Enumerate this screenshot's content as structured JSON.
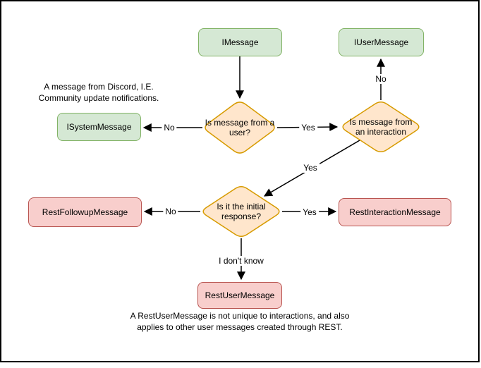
{
  "flowchart": {
    "boxes": {
      "imessage": {
        "label": "IMessage"
      },
      "iusermessage": {
        "label": "IUserMessage"
      },
      "isystemmessage": {
        "label": "ISystemMessage"
      },
      "restfollowup": {
        "label": "RestFollowupMessage"
      },
      "restinteraction": {
        "label": "RestInteractionMessage"
      },
      "restuser": {
        "label": "RestUserMessage"
      }
    },
    "decisions": {
      "is_from_user": {
        "label": "Is message from a user?"
      },
      "is_from_interaction": {
        "label": "Is message from an interaction"
      },
      "is_initial_response": {
        "label": "Is it the initial response?"
      }
    },
    "edge_labels": {
      "from_user_no": "No",
      "from_user_yes": "Yes",
      "from_interaction_no": "No",
      "from_interaction_yes": "Yes",
      "initial_no": "No",
      "initial_yes": "Yes",
      "initial_dont_know": "I don't know"
    },
    "annotations": {
      "system_note": "A message from Discord, I.E. Community update notifications.",
      "restuser_note": "A RestUserMessage is not unique to interactions, and also applies to other user messages created through REST."
    },
    "colors": {
      "interface_fill": "#d5e8d4",
      "interface_stroke": "#82b366",
      "decision_fill": "#ffe6cc",
      "decision_stroke": "#d79b00",
      "rest_fill": "#f8cecc",
      "rest_stroke": "#b85450",
      "edge_stroke": "#000000",
      "canvas_border": "#000000",
      "background": "#ffffff"
    }
  }
}
